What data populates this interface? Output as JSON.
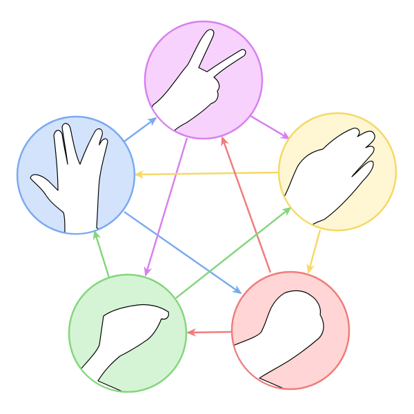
{
  "diagram": {
    "nodes": [
      {
        "id": "scissors",
        "icon": "scissors-hand-icon",
        "fill": "#f6d2fd",
        "stroke": "#d880f0"
      },
      {
        "id": "paper",
        "icon": "paper-hand-icon",
        "fill": "#fff6d4",
        "stroke": "#f6d865"
      },
      {
        "id": "rock",
        "icon": "rock-fist-icon",
        "fill": "#ffd5d5",
        "stroke": "#f07c7c"
      },
      {
        "id": "lizard",
        "icon": "lizard-hand-icon",
        "fill": "#d5f4d5",
        "stroke": "#84d67c"
      },
      {
        "id": "spock",
        "icon": "spock-hand-icon",
        "fill": "#d3e3fc",
        "stroke": "#7aaaf0"
      }
    ],
    "edges": [
      {
        "from": "spock",
        "to": "scissors",
        "color": "#7aaaf0"
      },
      {
        "from": "spock",
        "to": "rock",
        "color": "#7aaaf0"
      },
      {
        "from": "scissors",
        "to": "paper",
        "color": "#d880f0"
      },
      {
        "from": "scissors",
        "to": "lizard",
        "color": "#d880f0"
      },
      {
        "from": "paper",
        "to": "spock",
        "color": "#f6d865"
      },
      {
        "from": "paper",
        "to": "rock",
        "color": "#f6d865"
      },
      {
        "from": "rock",
        "to": "scissors",
        "color": "#f07c7c"
      },
      {
        "from": "rock",
        "to": "lizard",
        "color": "#f07c7c"
      },
      {
        "from": "lizard",
        "to": "paper",
        "color": "#84d67c"
      },
      {
        "from": "lizard",
        "to": "spock",
        "color": "#84d67c"
      }
    ]
  }
}
